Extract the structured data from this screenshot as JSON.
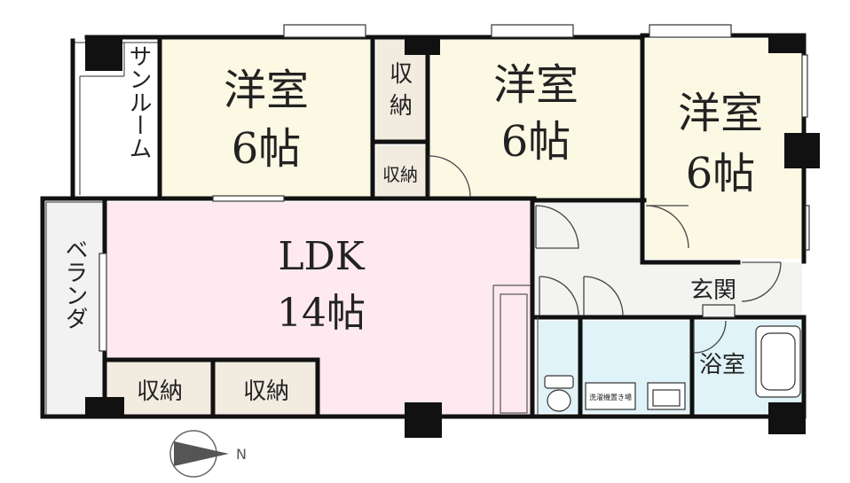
{
  "rooms": {
    "western1": {
      "name": "洋室",
      "size": "6帖"
    },
    "western2": {
      "name": "洋室",
      "size": "6帖"
    },
    "western3": {
      "name": "洋室",
      "size": "6帖"
    },
    "ldk": {
      "name": "LDK",
      "size": "14帖"
    },
    "sunroom": {
      "name": "サンルーム"
    },
    "veranda": {
      "name": "ベランダ"
    },
    "storage_top_a": "収",
    "storage_top_b": "納",
    "storage_small": "収納",
    "storage_bottom1": "収納",
    "storage_bottom2": "収納",
    "entrance": "玄関",
    "bath": "浴室",
    "washer": "洗濯機置き場"
  },
  "compass": {
    "label": "N"
  },
  "colors": {
    "wall": "#111111",
    "western": "#fbf8e3",
    "ldk": "#fde9ef",
    "storage": "#f1ebe0",
    "corridor": "#f3f3f1",
    "wet": "#e0f3f8",
    "outside": "#ffffff",
    "veranda": "#f2f2f2"
  }
}
